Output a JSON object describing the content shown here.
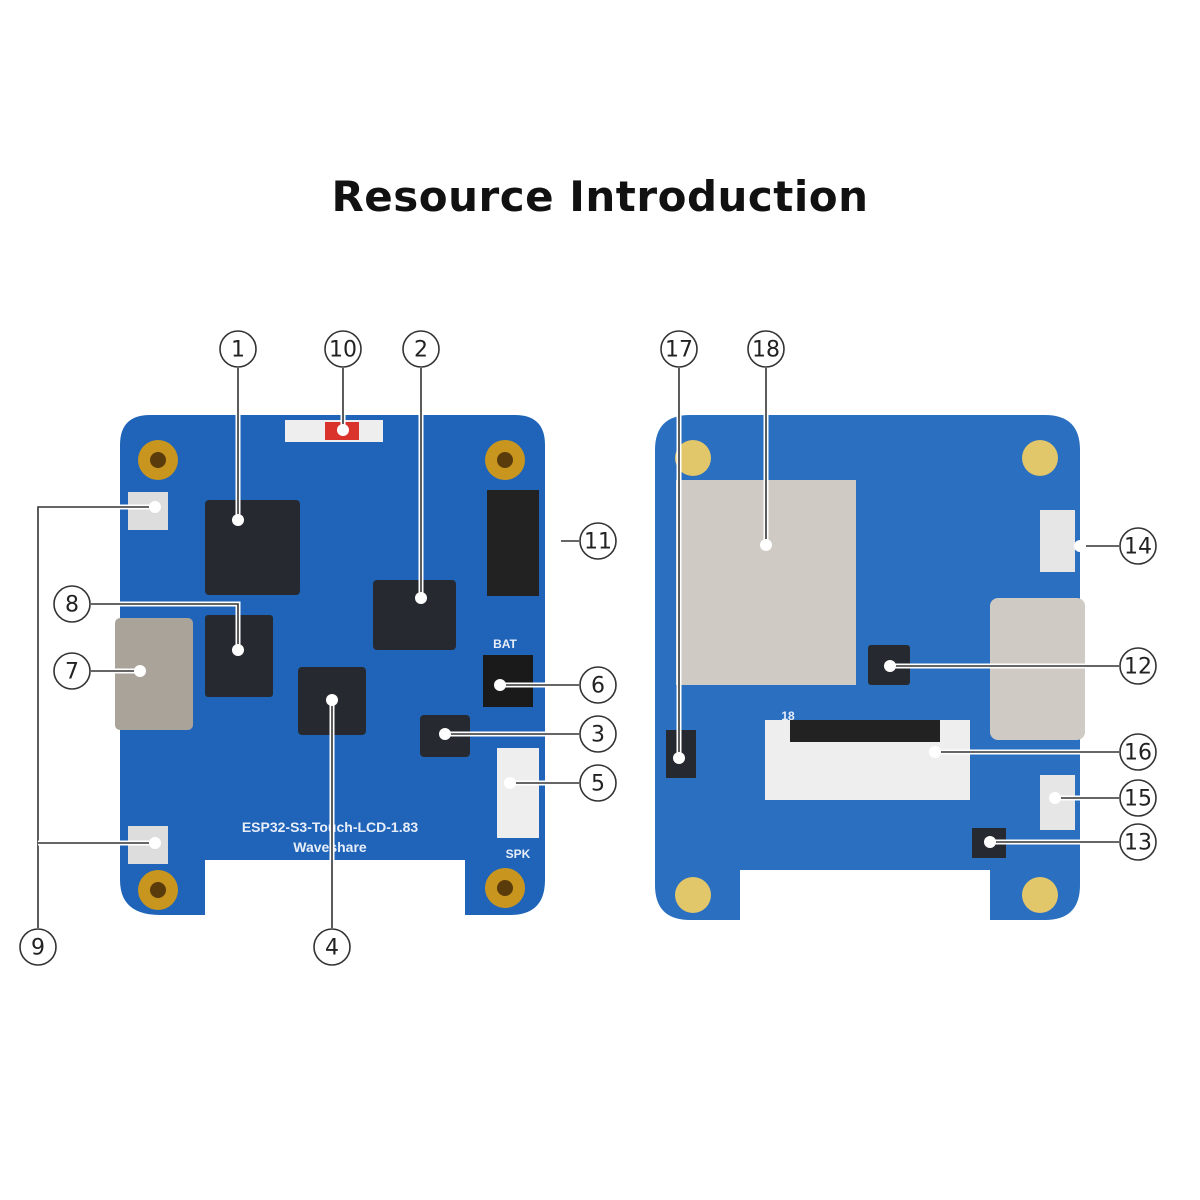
{
  "title": "Resource Introduction",
  "front_board": {
    "model_text": "ESP32-S3-Touch-LCD-1.83",
    "brand_text": "Waveshare",
    "bat_label": "BAT",
    "spk_label": "SPK"
  },
  "back_board": {
    "pin_label": "18"
  },
  "callouts": [
    "1",
    "2",
    "3",
    "4",
    "5",
    "6",
    "7",
    "8",
    "9",
    "10",
    "11",
    "12",
    "13",
    "14",
    "15",
    "16",
    "17",
    "18"
  ],
  "colors": {
    "pcb": "#1f64b8",
    "pcb_dark": "#17509a",
    "chip": "#262a30",
    "gold": "#c8961e"
  }
}
